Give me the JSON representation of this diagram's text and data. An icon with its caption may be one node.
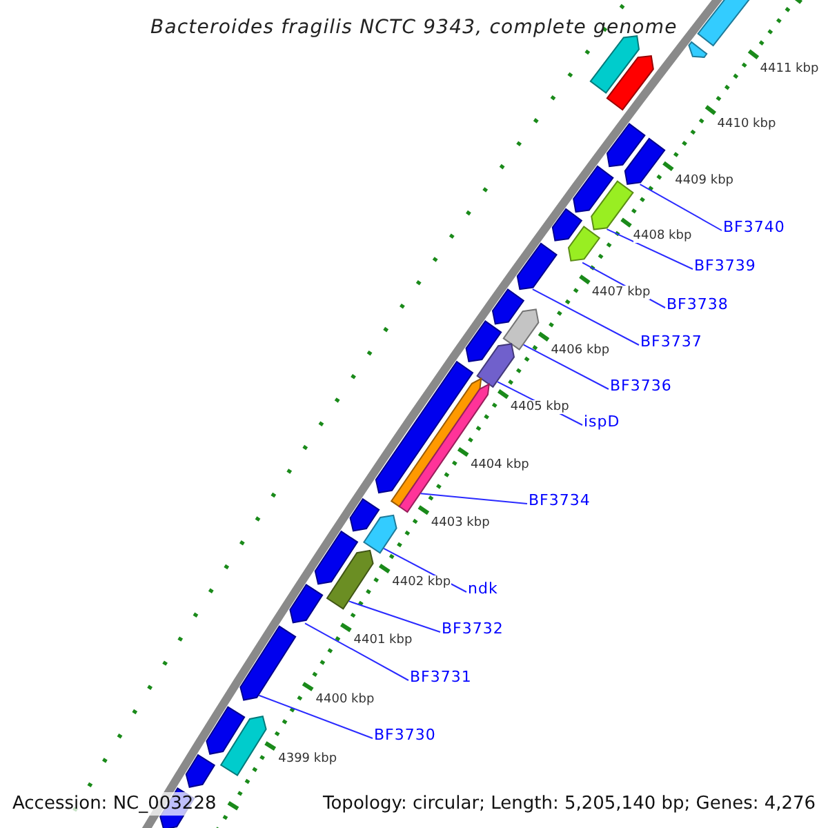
{
  "diagram": {
    "title": "Bacteroides fragilis NCTC 9343, complete genome",
    "nodes": [
      {
        "text": [
          "BF3740"
        ]
      },
      {
        "text": [
          "BF3739"
        ]
      },
      {
        "text": [
          "BF3738"
        ]
      },
      {
        "text": [
          "BF3737"
        ]
      },
      {
        "text": [
          "BF3736"
        ]
      },
      {
        "text": [
          "ispD"
        ]
      },
      {
        "text": [
          "BF3734"
        ]
      },
      {
        "text": [
          "ndk"
        ]
      },
      {
        "text": [
          "BF3732"
        ]
      },
      {
        "text": [
          "BF3731"
        ]
      },
      {
        "text": [
          "BF3730"
        ]
      },
      {
        "text": [],
        "shape": "bar"
      },
      {
        "text": [],
        "shape": "bar"
      },
      {
        "text": [],
        "shape": "bar"
      },
      {
        "text": [],
        "shape": "bar"
      },
      {
        "text": [],
        "shape": "bar"
      },
      {
        "text": [],
        "shape": "bar"
      },
      {
        "text": [],
        "shape": "bar"
      },
      {
        "text": [],
        "shape": "bar"
      },
      {
        "text": [],
        "shape": "bar"
      },
      {
        "text": [],
        "shape": "bar"
      },
      {
        "text": [],
        "shape": "bar"
      },
      {
        "text": [],
        "shape": "bar"
      },
      {
        "text": [],
        "shape": "bar"
      },
      {
        "text": [],
        "shape": "bar"
      },
      {
        "text": [],
        "shape": "bar"
      },
      {
        "text": [],
        "shape": "bar"
      },
      {
        "text": [],
        "shape": "bar"
      },
      {
        "text": [],
        "shape": "bar"
      },
      {
        "text": [],
        "shape": "bar"
      },
      {
        "text": [],
        "shape": "bar"
      },
      {
        "text": [],
        "shape": "bar"
      },
      {
        "text": [],
        "shape": "bar"
      },
      {
        "text": [],
        "shape": "bar"
      },
      {
        "text": [],
        "shape": "bar"
      },
      {
        "text": [],
        "shape": "bar"
      },
      {
        "text": [],
        "shape": "bar"
      },
      {
        "text": [],
        "shape": "bar"
      },
      {
        "text": [],
        "shape": "bar"
      }
    ],
    "edges": [
      {
        "from": 0,
        "to": 16,
        "arrow": "none"
      },
      {
        "from": 1,
        "to": 18,
        "arrow": "none"
      },
      {
        "from": 2,
        "to": 20,
        "arrow": "none"
      },
      {
        "from": 3,
        "to": 21,
        "arrow": "none"
      },
      {
        "from": 4,
        "to": 23,
        "arrow": "none"
      },
      {
        "from": 5,
        "to": 25,
        "arrow": "none"
      },
      {
        "from": 6,
        "to": 28,
        "arrow": "none"
      },
      {
        "from": 7,
        "to": 30,
        "arrow": "none"
      },
      {
        "from": 8,
        "to": 32,
        "arrow": "none"
      },
      {
        "from": 9,
        "to": 33,
        "arrow": "none"
      },
      {
        "from": 10,
        "to": 34,
        "arrow": "none"
      }
    ],
    "labels": [
      "4411 kbp",
      "4410 kbp",
      "4409 kbp",
      "4408 kbp",
      "4407 kbp",
      "4406 kbp",
      "4405 kbp",
      "4404 kbp",
      "4403 kbp",
      "4402 kbp",
      "4401 kbp",
      "4400 kbp",
      "4399 kbp",
      "Accession: NC_003228",
      "Topology: circular; Length: 5,205,140 bp; Genes: 4,276"
    ]
  }
}
